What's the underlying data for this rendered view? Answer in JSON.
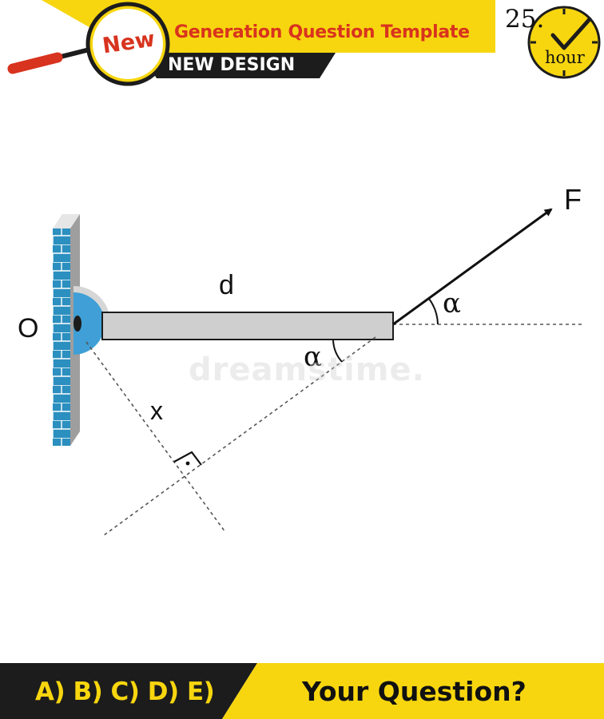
{
  "header": {
    "badge": "New",
    "title": "Generation Question Template",
    "subtitle": "NEW DESIGN",
    "clock_number": "25.",
    "clock_unit": "hour"
  },
  "diagram": {
    "pivot_label": "O",
    "length_label": "d",
    "force_label": "F",
    "angle_label_top": "α",
    "angle_label_bottom": "α",
    "distance_label": "x",
    "watermark": "dreamstime."
  },
  "footer": {
    "answers": "A) B) C) D) E)",
    "question": "Your Question?"
  },
  "colors": {
    "yellow": "#f7d60f",
    "dark": "#1c1c1c",
    "red": "#d8331e",
    "wall_blue": "#2b8fbf",
    "beam_gray": "#cfcfcf"
  }
}
